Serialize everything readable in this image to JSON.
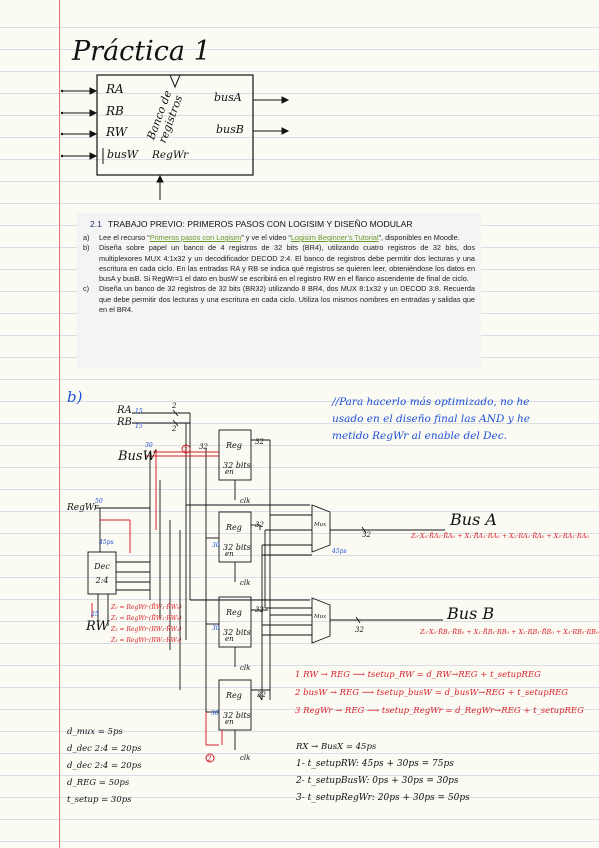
{
  "title": "Práctica 1",
  "top_block": {
    "inputs": [
      "RA",
      "RB",
      "RW",
      "busW"
    ],
    "center_label": "Banco de registros",
    "outputs": [
      "busA",
      "busB"
    ],
    "control": "RegWr"
  },
  "printed_section": {
    "number": "2.1",
    "heading": "TRABAJO PREVIO: PRIMEROS PASOS CON LOGISIM Y DISEÑO MODULAR",
    "items": [
      {
        "marker": "a)",
        "parts": [
          "Lee el recurso “",
          "Primeros pasos con Logisim",
          "” y ve el video “",
          "Logisim Beginner’s Tutorial",
          "”, disponibles en Moodle."
        ]
      },
      {
        "marker": "b)",
        "text": "Diseña sobre papel un banco de 4 registros de 32 bits (BR4), utilizando cuatro registros de 32 bits, dos multiplexores MUX 4:1x32 y un decodificador DECOD 2:4. El banco de registros debe permitir dos lecturas y una escritura en cada ciclo. En las entradas RA y RB se indica qué registros se quieren leer, obteniéndose los datos en busA y busB. Si RegWr=1 el dato en busW se escribirá en el registro RW en el flanco ascendente de final de ciclo."
      },
      {
        "marker": "c)",
        "text": "Diseña un banco de 32 registros de 32 bits (BR32) utilizando 8 BR4, dos MUX 8:1x32 y un DECOD 3:8. Recuerda que debe permitir dos lecturas y una escritura en cada ciclo. Utiliza los mismos nombres en entradas y salidas que en el BR4."
      }
    ]
  },
  "part_b": {
    "label": "b)",
    "note": "//Para hacerlo más optimizado, no he usado en el diseño final las AND y he metido RegWr al enable del Dec.",
    "inputs": [
      "RA",
      "RB",
      "BusW",
      "RegWr",
      "RW"
    ],
    "register_label": "Reg",
    "register_bits": "32 bits",
    "decoder": "Dec 2:4",
    "mux_label": "Mux",
    "bus_a": "Bus A",
    "bus_b": "Bus B",
    "bus_a_expr": "Z₀·X₀·R̄A₁·R̄A₀ + X₁·R̄A₁·RA₀ + X₂·RA₁·R̄A₀ + X₃·RA₁·RA₀",
    "bus_b_expr": "Z₀·X₀·R̄B₁·R̄B₀ + X₁·R̄B₁·RB₀ + X₂·RB₁·R̄B₀ + X₃·RB₁·RB₀",
    "decoder_outputs": [
      "Z₀ = RegWr·(R̄W₁·R̄W₀)",
      "Z₁ = RegWr·(R̄W₁·RW₀)",
      "Z₂ = RegWr·(RW₁·R̄W₀)",
      "Z₃ = RegWr·(RW₁·RW₀)"
    ],
    "wire_labels": {
      "bits2": "2",
      "bits32": "32",
      "bits1": "1"
    }
  },
  "timing_paths": [
    "1 RW → REG ⟶ tsetup_RW = d_RW→REG + t_setupREG",
    "2 busW → REG ⟶ tsetup_busW = d_busW→REG + t_setupREG",
    "3 RegWr → REG ⟶ tsetup_RegWr = d_RegWr→REG + t_setupREG"
  ],
  "delays": [
    "d_mux = 5ps",
    "d_dec 2:4 = 20ps",
    "d_dec 2:4 = 20ps",
    "d_REG = 50ps",
    "t_setup = 30ps"
  ],
  "results": {
    "rx": "RX → BusX = 45ps",
    "lines": [
      "1- t_setupRW: 45ps + 30ps = 75ps",
      "2- t_setupBusW: 0ps + 30ps = 30ps",
      "3- t_setupRegWr: 20ps + 30ps = 50ps"
    ]
  },
  "colors": {
    "blue": "#1e4fd8",
    "red": "#d8202a",
    "margin": "#e07a7a",
    "rule": "#d9dde6"
  }
}
